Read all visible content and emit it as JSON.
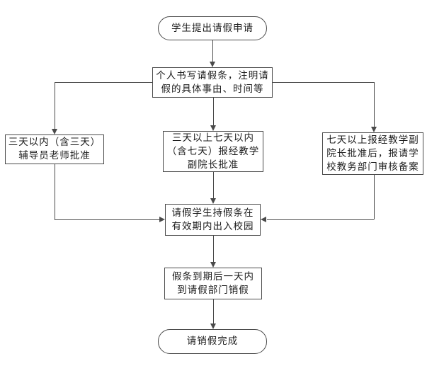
{
  "nodes": {
    "start": {
      "label": "学生提出请假申请"
    },
    "write_note": {
      "lines": [
        "个人书写请假条，注明请",
        "假的具体事由、时间等"
      ]
    },
    "approve_3days": {
      "lines": [
        "三天以内（含三天）",
        "辅导员老师批准"
      ]
    },
    "approve_3to7days": {
      "lines": [
        "三天以上七天以内",
        "（含七天）报经教学",
        "副院长批准"
      ]
    },
    "approve_7plus": {
      "lines": [
        "七天以上报经教学副",
        "院长批准后，报请学",
        "校教务部门审核备案"
      ]
    },
    "campus_access": {
      "lines": [
        "请假学生持假条在",
        "有效期内出入校园"
      ]
    },
    "cancel_leave": {
      "lines": [
        "假条到期后一天内",
        "到请假部门销假"
      ]
    },
    "end": {
      "label": "请销假完成"
    }
  },
  "colors": {
    "line": "#4a4a4a",
    "text": "#1c1c1c",
    "background": "#ffffff"
  }
}
